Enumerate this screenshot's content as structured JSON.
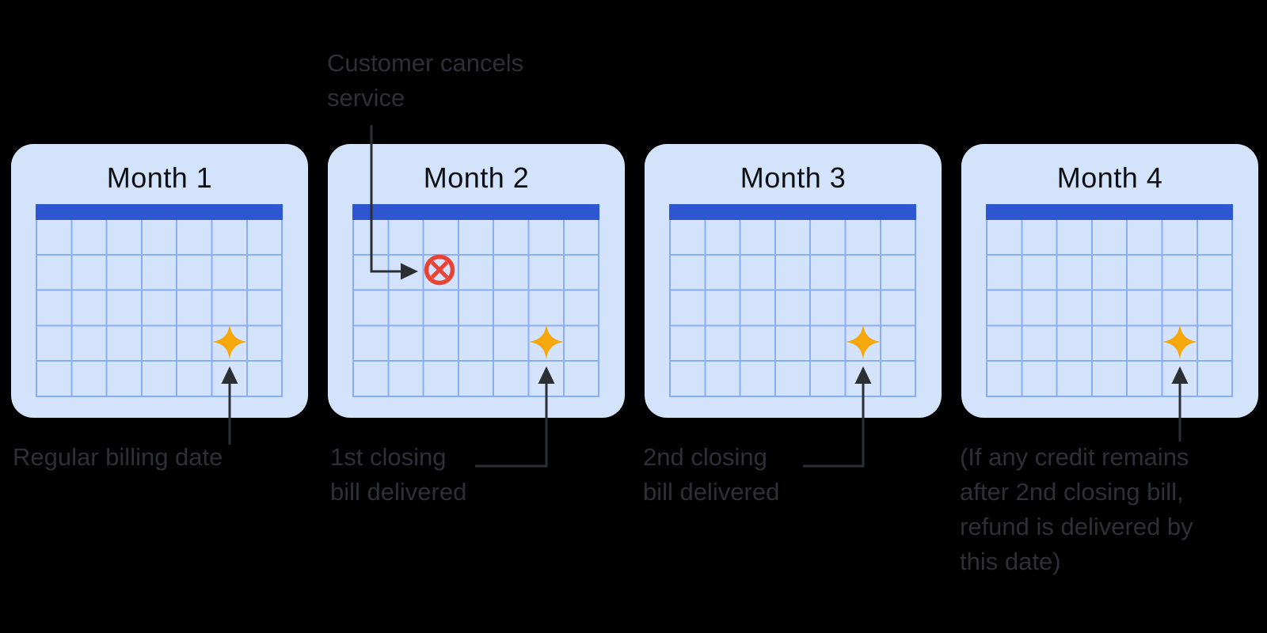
{
  "diagram_title": "Billing cancellation timeline",
  "annotation": {
    "text": "Customer cancels\nservice"
  },
  "months": [
    {
      "title": "Month 1",
      "label": "Regular billing date",
      "marker": "billing-date-star-icon"
    },
    {
      "title": "Month 2",
      "label": "1st closing\nbill delivered",
      "marker": "billing-date-star-icon",
      "extra_marker": "cancel-circle-x-icon"
    },
    {
      "title": "Month 3",
      "label": "2nd closing\nbill delivered",
      "marker": "billing-date-star-icon"
    },
    {
      "title": "Month 4",
      "label": "(If any credit remains\nafter 2nd closing bill,\nrefund is delivered by\nthis date)",
      "marker": "billing-date-star-icon"
    }
  ],
  "icons": {
    "star": "billing-date-star-icon",
    "cancel": "cancel-circle-x-icon",
    "arrow": "pointer-arrow"
  },
  "colors": {
    "background": "#000000",
    "card_bg": "#d4e3fc",
    "calendar_header": "#2e56d0",
    "grid_line": "#8aaef2",
    "title_text": "#0d0f12",
    "label_text": "#2d3136",
    "star": "#f6a70e",
    "cancel_red": "#e84335",
    "arrow": "#2b2f34"
  }
}
